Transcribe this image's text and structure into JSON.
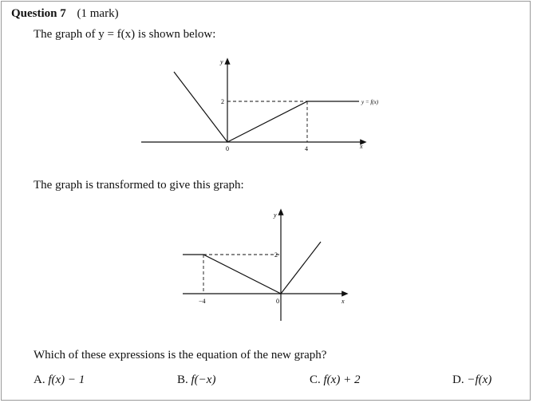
{
  "question": {
    "number": "Question 7",
    "marks": "(1 mark)"
  },
  "prompts": {
    "first": "The graph of y = f(x) is shown below:",
    "second": "The graph is transformed to give this graph:",
    "third": "Which of these expressions is the equation of the new graph?"
  },
  "graph1": {
    "y_label": "y",
    "x_label": "x",
    "origin_label": "0",
    "y_tick_label": "2",
    "x_tick_label": "4",
    "curve_label": "y = f(x)"
  },
  "graph2": {
    "y_label": "y",
    "x_label": "x",
    "origin_label": "0",
    "y_tick_label": "2",
    "x_tick_label": "−4"
  },
  "options": [
    {
      "letter": "A.",
      "expr": "f(x) − 1"
    },
    {
      "letter": "B.",
      "expr": "f(−x)"
    },
    {
      "letter": "C.",
      "expr": "f(x) + 2"
    },
    {
      "letter": "D.",
      "expr": "−f(x)"
    }
  ]
}
